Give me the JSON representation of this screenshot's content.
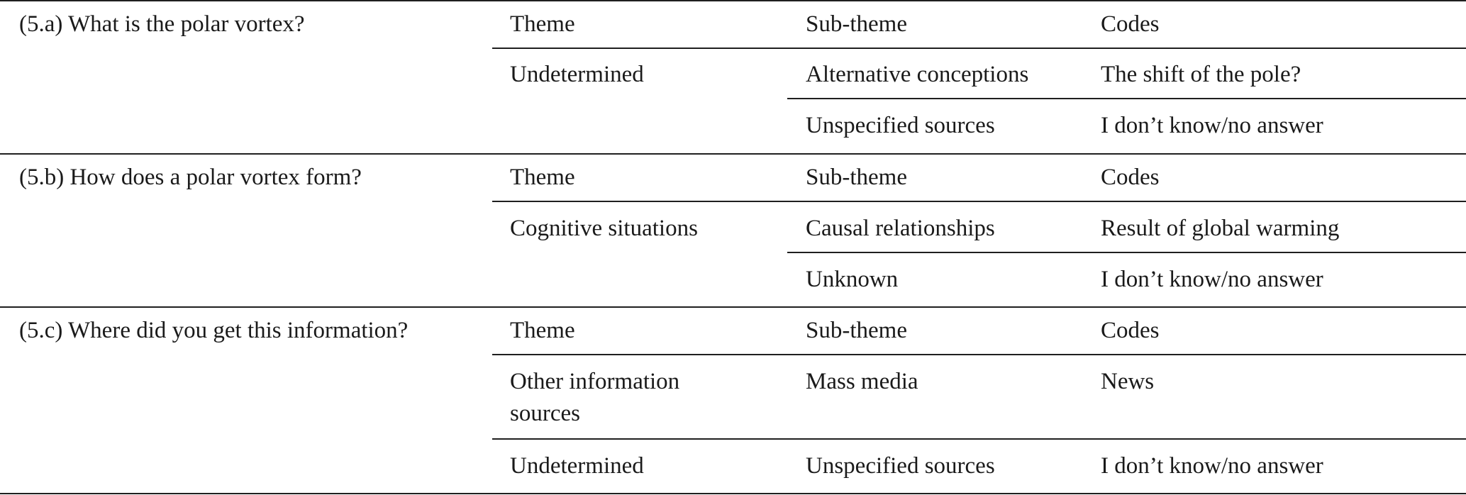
{
  "sections": [
    {
      "question": "(5.a) What is the polar vortex?",
      "header": {
        "theme": "Theme",
        "subtheme": "Sub-theme",
        "codes": "Codes"
      },
      "rows": [
        {
          "theme": "Undetermined",
          "subtheme": "Alternative conceptions",
          "codes": "The shift of the pole?"
        },
        {
          "theme": "",
          "subtheme": "Unspecified sources",
          "codes": "I don’t know/no answer"
        }
      ]
    },
    {
      "question": "(5.b) How does a polar vortex form?",
      "header": {
        "theme": "Theme",
        "subtheme": "Sub-theme",
        "codes": "Codes"
      },
      "rows": [
        {
          "theme": "Cognitive situations",
          "subtheme": "Causal relationships",
          "codes": "Result of global warming"
        },
        {
          "theme": "",
          "subtheme": "Unknown",
          "codes": "I don’t know/no answer"
        }
      ]
    },
    {
      "question": "(5.c) Where did you get this information?",
      "header": {
        "theme": "Theme",
        "subtheme": "Sub-theme",
        "codes": "Codes"
      },
      "rows": [
        {
          "theme_line1": "Other information",
          "theme_line2": "sources",
          "subtheme": "Mass media",
          "codes": "News"
        },
        {
          "theme": "Undetermined",
          "subtheme": "Unspecified sources",
          "codes": "I don’t know/no answer"
        }
      ]
    }
  ]
}
